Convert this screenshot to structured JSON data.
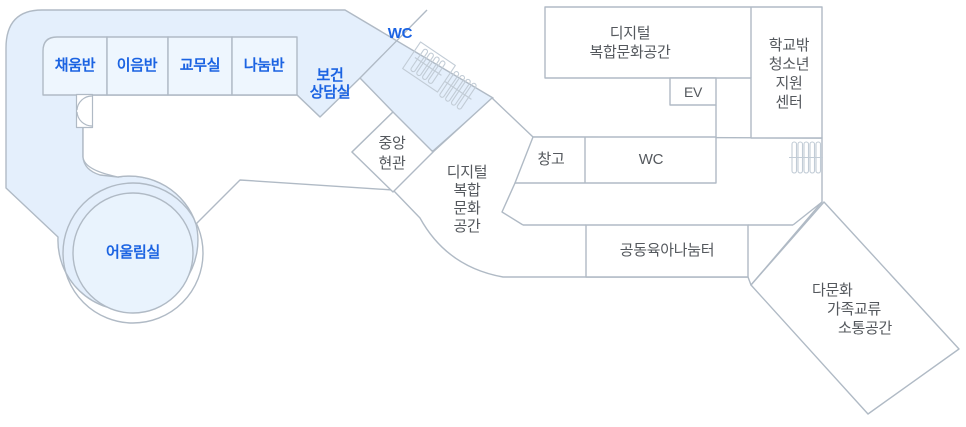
{
  "title": "floor-plan",
  "colors": {
    "zone_fill": "#e4effc",
    "room_fill": "#eef6fe",
    "circle_room_fill": "#e9f3fd",
    "outline": "#b0bac5",
    "icon_stroke": "#c2ccd6",
    "label_blue": "#1b63e2",
    "label_gray": "#54585d",
    "background": "#ffffff"
  },
  "rooms": {
    "cheum": {
      "label": "채움반"
    },
    "ieum": {
      "label": "이음반"
    },
    "gyomusil": {
      "label": "교무실"
    },
    "nanum": {
      "label": "나눔반"
    },
    "bogeon": {
      "label": "보건\n상담실"
    },
    "wc_band": {
      "label": "WC"
    },
    "jungang": {
      "label": "중앙\n현관"
    },
    "digital_corridor": {
      "label": "디지털\n복합\n문화\n공간"
    },
    "changgo": {
      "label": "창고"
    },
    "wc_box": {
      "label": "WC"
    },
    "ev": {
      "label": "EV"
    },
    "digital_main": {
      "label": "디지털\n복합문화공간"
    },
    "hakgyobak": {
      "label": "학교밖\n청소년\n지원\n센터"
    },
    "gongdong": {
      "label": "공동육아나눔터"
    },
    "damunhwa_line1": {
      "label": "다문화"
    },
    "damunhwa_line2": {
      "label": "가족교류"
    },
    "damunhwa_line3": {
      "label": "소통공간"
    },
    "eoullim": {
      "label": "어울림실"
    }
  },
  "icons": {
    "door": "double-swing-door-icon",
    "radiator_upper": "toilet-stall-icon",
    "radiator_lower": "toilet-stall-icon",
    "stairs": "stairs-icon"
  }
}
